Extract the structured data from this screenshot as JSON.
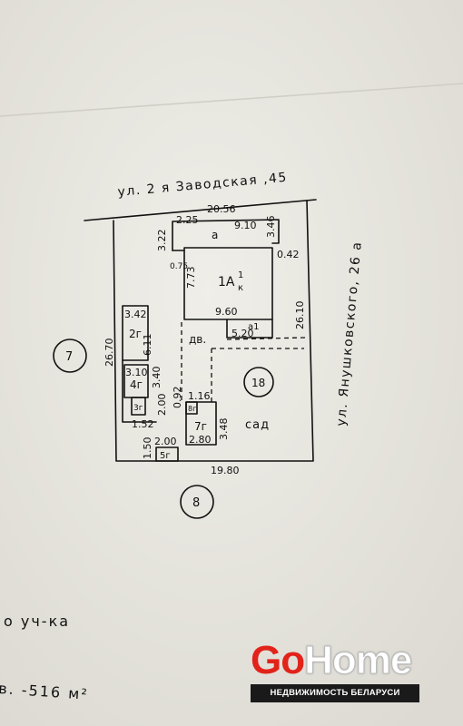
{
  "streets": {
    "top": "ул. 2 я Заводская ,45",
    "right": "ул. Янушковского, 26 а"
  },
  "dimensions": {
    "top_width": "20.56",
    "d_2_25": "2.25",
    "d_9_10": "9.10",
    "d_3_22": "3.22",
    "d_3_46": "3.46",
    "d_0_42": "0.42",
    "d_0_75": "0.75",
    "d_7_73": "7.73",
    "d_9_60": "9.60",
    "d_5_20": "5.20",
    "d_26_10": "26.10",
    "d_26_70": "26.70",
    "d_3_42": "3.42",
    "d_6_11": "6.11",
    "d_3_10": "3.10",
    "d_3_40": "3.40",
    "d_2_00a": "2.00",
    "d_0_92": "0.92",
    "d_1_16": "1.16",
    "d_1_52": "1.52",
    "d_2_80": "2.80",
    "d_3_48": "3.48",
    "d_1_50": "1.50",
    "d_2_00b": "2.00",
    "bottom_width": "19.80"
  },
  "building_labels": {
    "house": "1А",
    "house_frac_top": "1",
    "house_frac_bottom": "к",
    "annex_a": "а",
    "annex_a1": "а1",
    "shed_2": "2г",
    "shed_4": "4г",
    "shed_3": "3г",
    "shed_5": "5г",
    "shed_7": "7г",
    "shed_8": "8г",
    "yard": "дв.",
    "garden": "сад"
  },
  "neighbors": {
    "left": "7",
    "bottom": "8",
    "plot": "18"
  },
  "footer": {
    "plot_text": "о уч-ка",
    "area_text": "в. -516 м²"
  },
  "logo": {
    "go": "Go",
    "home": "Home",
    "tagline": "НЕДВИЖИМОСТЬ БЕЛАРУСИ",
    "brand_color": "#e2231a"
  }
}
